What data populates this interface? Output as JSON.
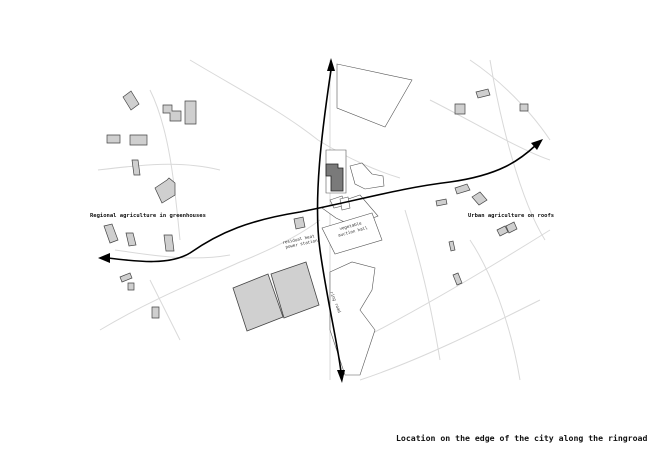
{
  "labels": {
    "regional": "Regional agriculture in greenhouses",
    "urban": "Urban agriculture on roofs",
    "power_station_line1": "residual heat",
    "power_station_line2": "power station",
    "market_line1": "vegetable",
    "market_line2": "auction hall",
    "ring_road": "ring road"
  },
  "caption": "Location on the edge of the city along the ringroad"
}
